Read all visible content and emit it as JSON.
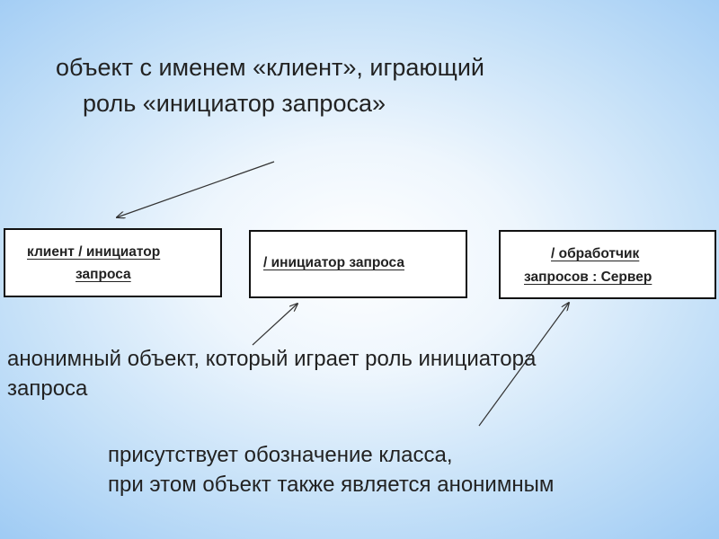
{
  "heading": {
    "line1": "объект с именем «клиент», играющий",
    "line2": "роль «инициатор запроса»"
  },
  "boxes": [
    {
      "line1": "клиент / инициатор",
      "line2": "запроса"
    },
    {
      "line1": "/ инициатор запроса"
    },
    {
      "line1": "/ обработчик",
      "line2": "запросов : Сервер"
    }
  ],
  "annotations": {
    "anonymous": {
      "line1": "анонимный объект, который играет роль инициатора",
      "line2": "запроса"
    },
    "class_present": {
      "line1": "присутствует обозначение класса,",
      "line2": "при этом объект также является анонимным"
    }
  }
}
